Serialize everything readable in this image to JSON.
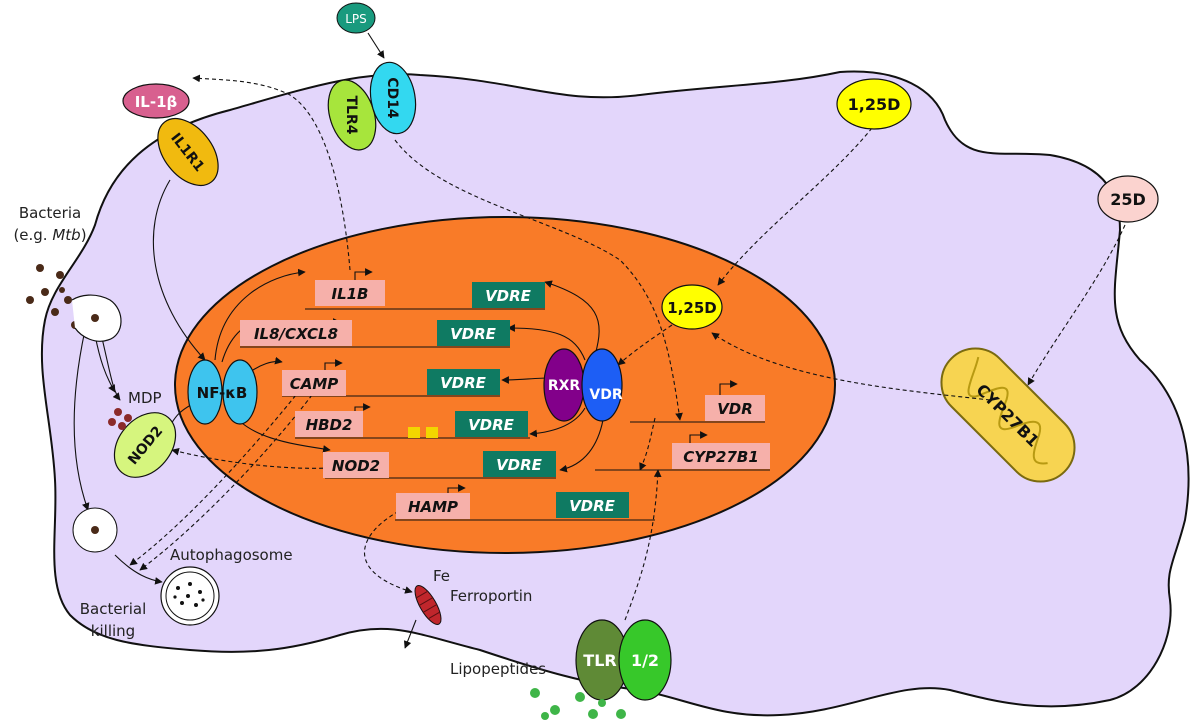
{
  "labels": {
    "lps": "LPS",
    "tlr4": "TLR4",
    "cd14": "CD14",
    "il1b_protein": "IL-1β",
    "il1r1": "IL1R1",
    "d125_outside": "1,25D",
    "d25": "25D",
    "d125_nucleus": "1,25D",
    "bacteria_line1": "Bacteria",
    "bacteria_line2_pre": "(e.g. ",
    "bacteria_line2_it": "Mtb",
    "bacteria_line2_post": ")",
    "mdp": "MDP",
    "nod2_protein": "NOD2",
    "nfkb": "NF-κB",
    "rxr": "RXR",
    "vdr_protein": "VDR",
    "cyp27b1_mito": "CYP27B1",
    "autophagosome": "Autophagosome",
    "bacterial_line1": "Bacterial",
    "bacterial_line2": "killing",
    "fe": "Fe",
    "ferroportin": "Ferroportin",
    "lipopeptides": "Lipopeptides",
    "tlr": "TLR",
    "tlr_12": "1/2"
  },
  "genes": {
    "il1b": "IL1B",
    "il8": "IL8/CXCL8",
    "camp": "CAMP",
    "hbd2": "HBD2",
    "nod2": "NOD2",
    "hamp": "HAMP",
    "vdr": "VDR",
    "cyp27b1": "CYP27B1"
  },
  "vdre": "VDRE",
  "colors": {
    "cytoplasm": "#e3d6fb",
    "nucleus": "#f97b28",
    "gene_box": "#f6b0aa",
    "vdre_box": "#0f7a62",
    "lps": "#199a7e",
    "tlr4": "#a7e53c",
    "cd14": "#33d8f0",
    "il1b": "#d8608f",
    "il1r1": "#f1ba0f",
    "vitd": "#ffff00",
    "d25": "#fbd3cf",
    "nod2": "#d6f57e",
    "nfkb": "#3ec4ee",
    "rxr": "#82008a",
    "vdr": "#1d5ef5",
    "mito": "#f7d451",
    "ferroportin": "#c0262c",
    "tlr_dark": "#5f8a36",
    "tlr_light": "#37c82a",
    "lipopeptide": "#3fb548"
  }
}
